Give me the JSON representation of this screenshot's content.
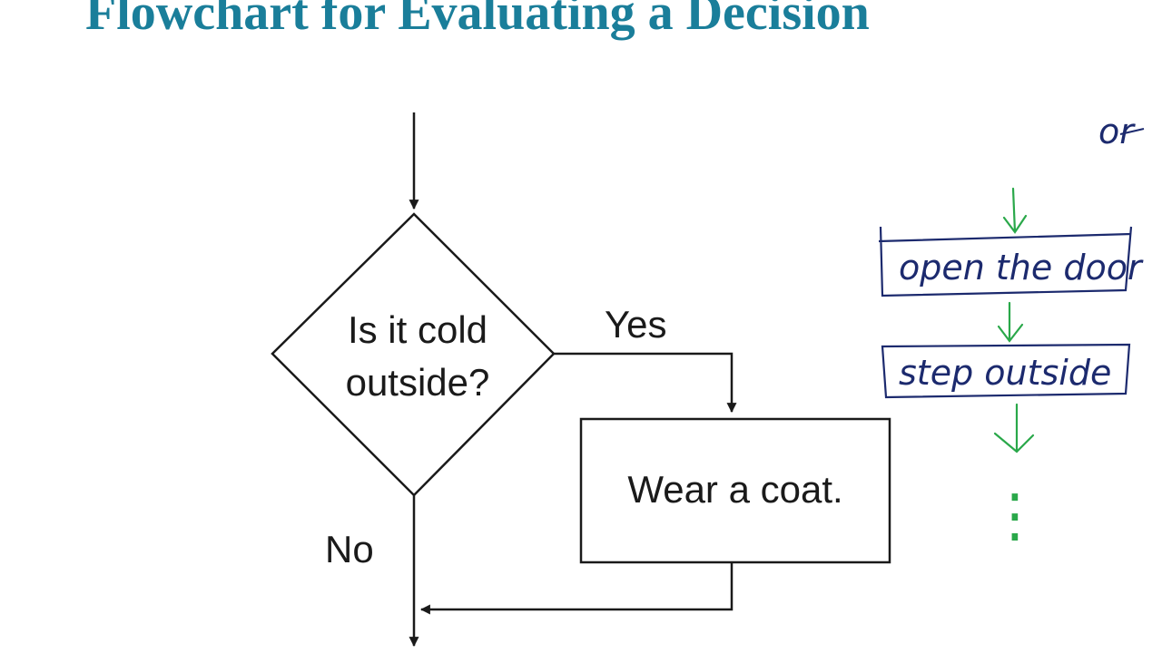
{
  "slide": {
    "title": "Flowchart for Evaluating a Decision"
  },
  "flowchart": {
    "decision_label_line1": "Is it cold",
    "decision_label_line2": "outside?",
    "yes_label": "Yes",
    "no_label": "No",
    "process_label": "Wear a coat."
  },
  "annotations": {
    "corner_note": "or",
    "step1": "open the door",
    "step2": "step outside",
    "continuation": "⋮"
  },
  "colors": {
    "title": "#1a7e9a",
    "diagram_line": "#1a1a1a",
    "ink_blue": "#1c2a6e",
    "ink_green": "#2aa84a"
  }
}
